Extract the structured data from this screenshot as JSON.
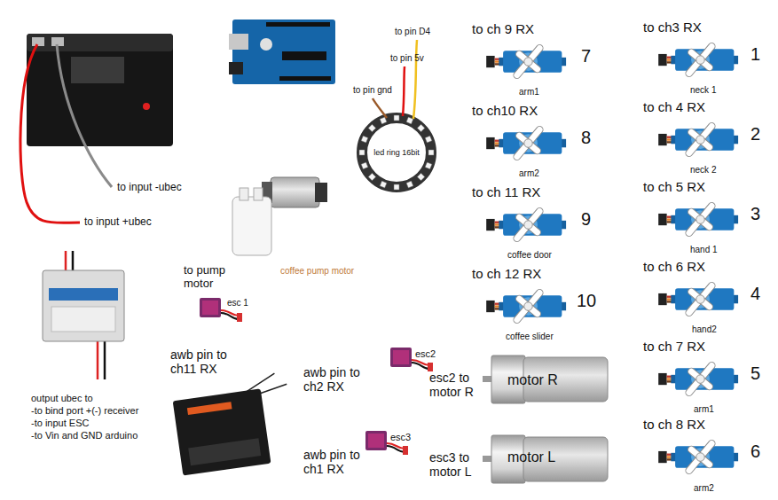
{
  "diagram": {
    "labels": [
      "to pin D4",
      "to pin 5v",
      "to pin gnd",
      "led ring 16bit",
      "to ch 9 RX",
      "7",
      "arm1",
      "to ch10 RX",
      "8",
      "arm2",
      "to ch 11 RX",
      "9",
      "coffee door",
      "to ch 12 RX",
      "10",
      "coffee slider",
      "to ch3 RX",
      "1",
      "neck 1",
      "to ch 4 RX",
      "2",
      "neck 2",
      "to ch 5 RX",
      "3",
      "hand 1",
      "to ch 6 RX",
      "4",
      "hand2",
      "to ch 7 RX",
      "5",
      "arm1",
      "to ch 8 RX",
      "6",
      "arm2",
      "to input -ubec",
      "to input +ubec",
      "coffee pump motor",
      "to pump motor",
      "esc 1",
      "awb pin to ch11 RX",
      "output ubec to",
      "-to bind port +(-) receiver",
      "-to input ESC",
      "-to Vin and GND arduino",
      "awb pin to ch2 RX",
      "esc2",
      "esc2 to motor R",
      "motor R",
      "awb pin to ch1 RX",
      "esc3",
      "esc3 to motor L",
      "motor L"
    ]
  }
}
